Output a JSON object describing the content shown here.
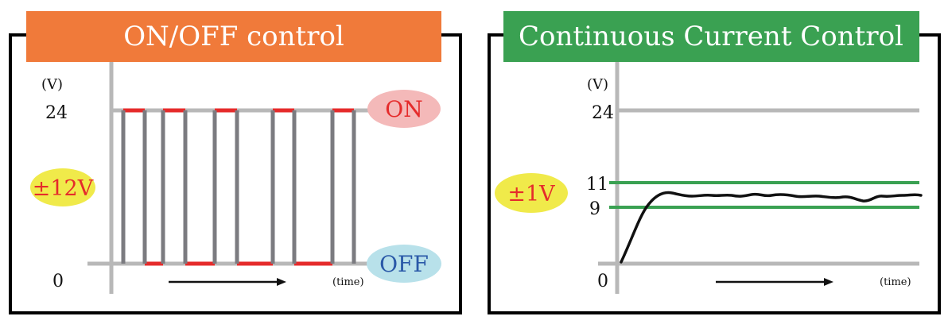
{
  "colors": {
    "left_title_bg": "#f07a3a",
    "right_title_bg": "#3aa152",
    "red_signal": "#e52b2b",
    "gray_signal": "#7b7b80",
    "axis_gray": "#b8b8b8",
    "on_badge": "#f4b9b9",
    "on_text": "#e52b2b",
    "off_badge": "#b8e1ea",
    "off_text": "#2a59a8",
    "tol_badge": "#f0ea4a",
    "tol_text": "#e52b2b",
    "band_green": "#3aa152",
    "curve": "#111111"
  },
  "left": {
    "title": "ON/OFF control",
    "unit": "(V)",
    "y_high": "24",
    "y_low": "0",
    "time": "(time)",
    "on_label": "ON",
    "off_label": "OFF",
    "tolerance": "±12V"
  },
  "right": {
    "title": "Continuous Current Control",
    "unit": "(V)",
    "y_high": "24",
    "y_band_high": "11",
    "y_band_low": "9",
    "y_low": "0",
    "time": "(time)",
    "tolerance": "±1V"
  }
}
